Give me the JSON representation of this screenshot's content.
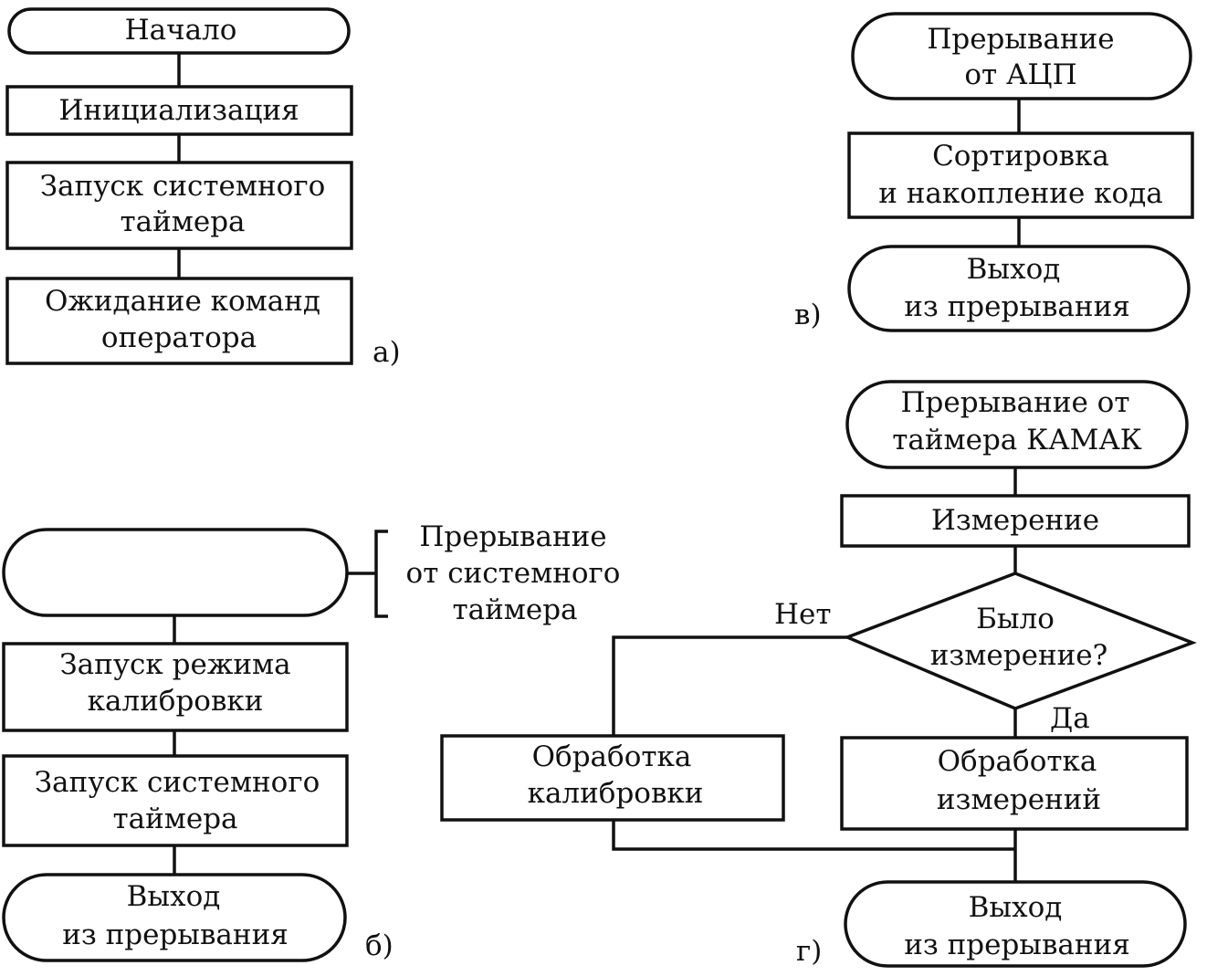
{
  "diagram_a": {
    "label": "а)",
    "start": "Начало",
    "init": "Инициализация",
    "timer": [
      "Запуск системного",
      "таймера"
    ],
    "wait": [
      "Ожидание команд",
      "оператора"
    ]
  },
  "diagram_b": {
    "label": "б)",
    "entry_note": [
      "Прерывание",
      "от системного",
      "таймера"
    ],
    "calib": [
      "Запуск режима",
      "калибровки"
    ],
    "timer": [
      "Запуск системного",
      "таймера"
    ],
    "exit": [
      "Выход",
      "из прерывания"
    ]
  },
  "diagram_v": {
    "label": "в)",
    "start": [
      "Прерывание",
      "от АЦП"
    ],
    "sort": [
      "Сортировка",
      "и накопление кода"
    ],
    "exit": [
      "Выход",
      "из прерывания"
    ]
  },
  "diagram_g": {
    "label": "г)",
    "start": [
      "Прерывание от",
      "таймера КАМАК"
    ],
    "measure": "Измерение",
    "decision": [
      "Было",
      "измерение?"
    ],
    "no_label": "Нет",
    "yes_label": "Да",
    "calib_proc": [
      "Обработка",
      "калибровки"
    ],
    "meas_proc": [
      "Обработка",
      "измерений"
    ],
    "exit": [
      "Выход",
      "из прерывания"
    ]
  }
}
